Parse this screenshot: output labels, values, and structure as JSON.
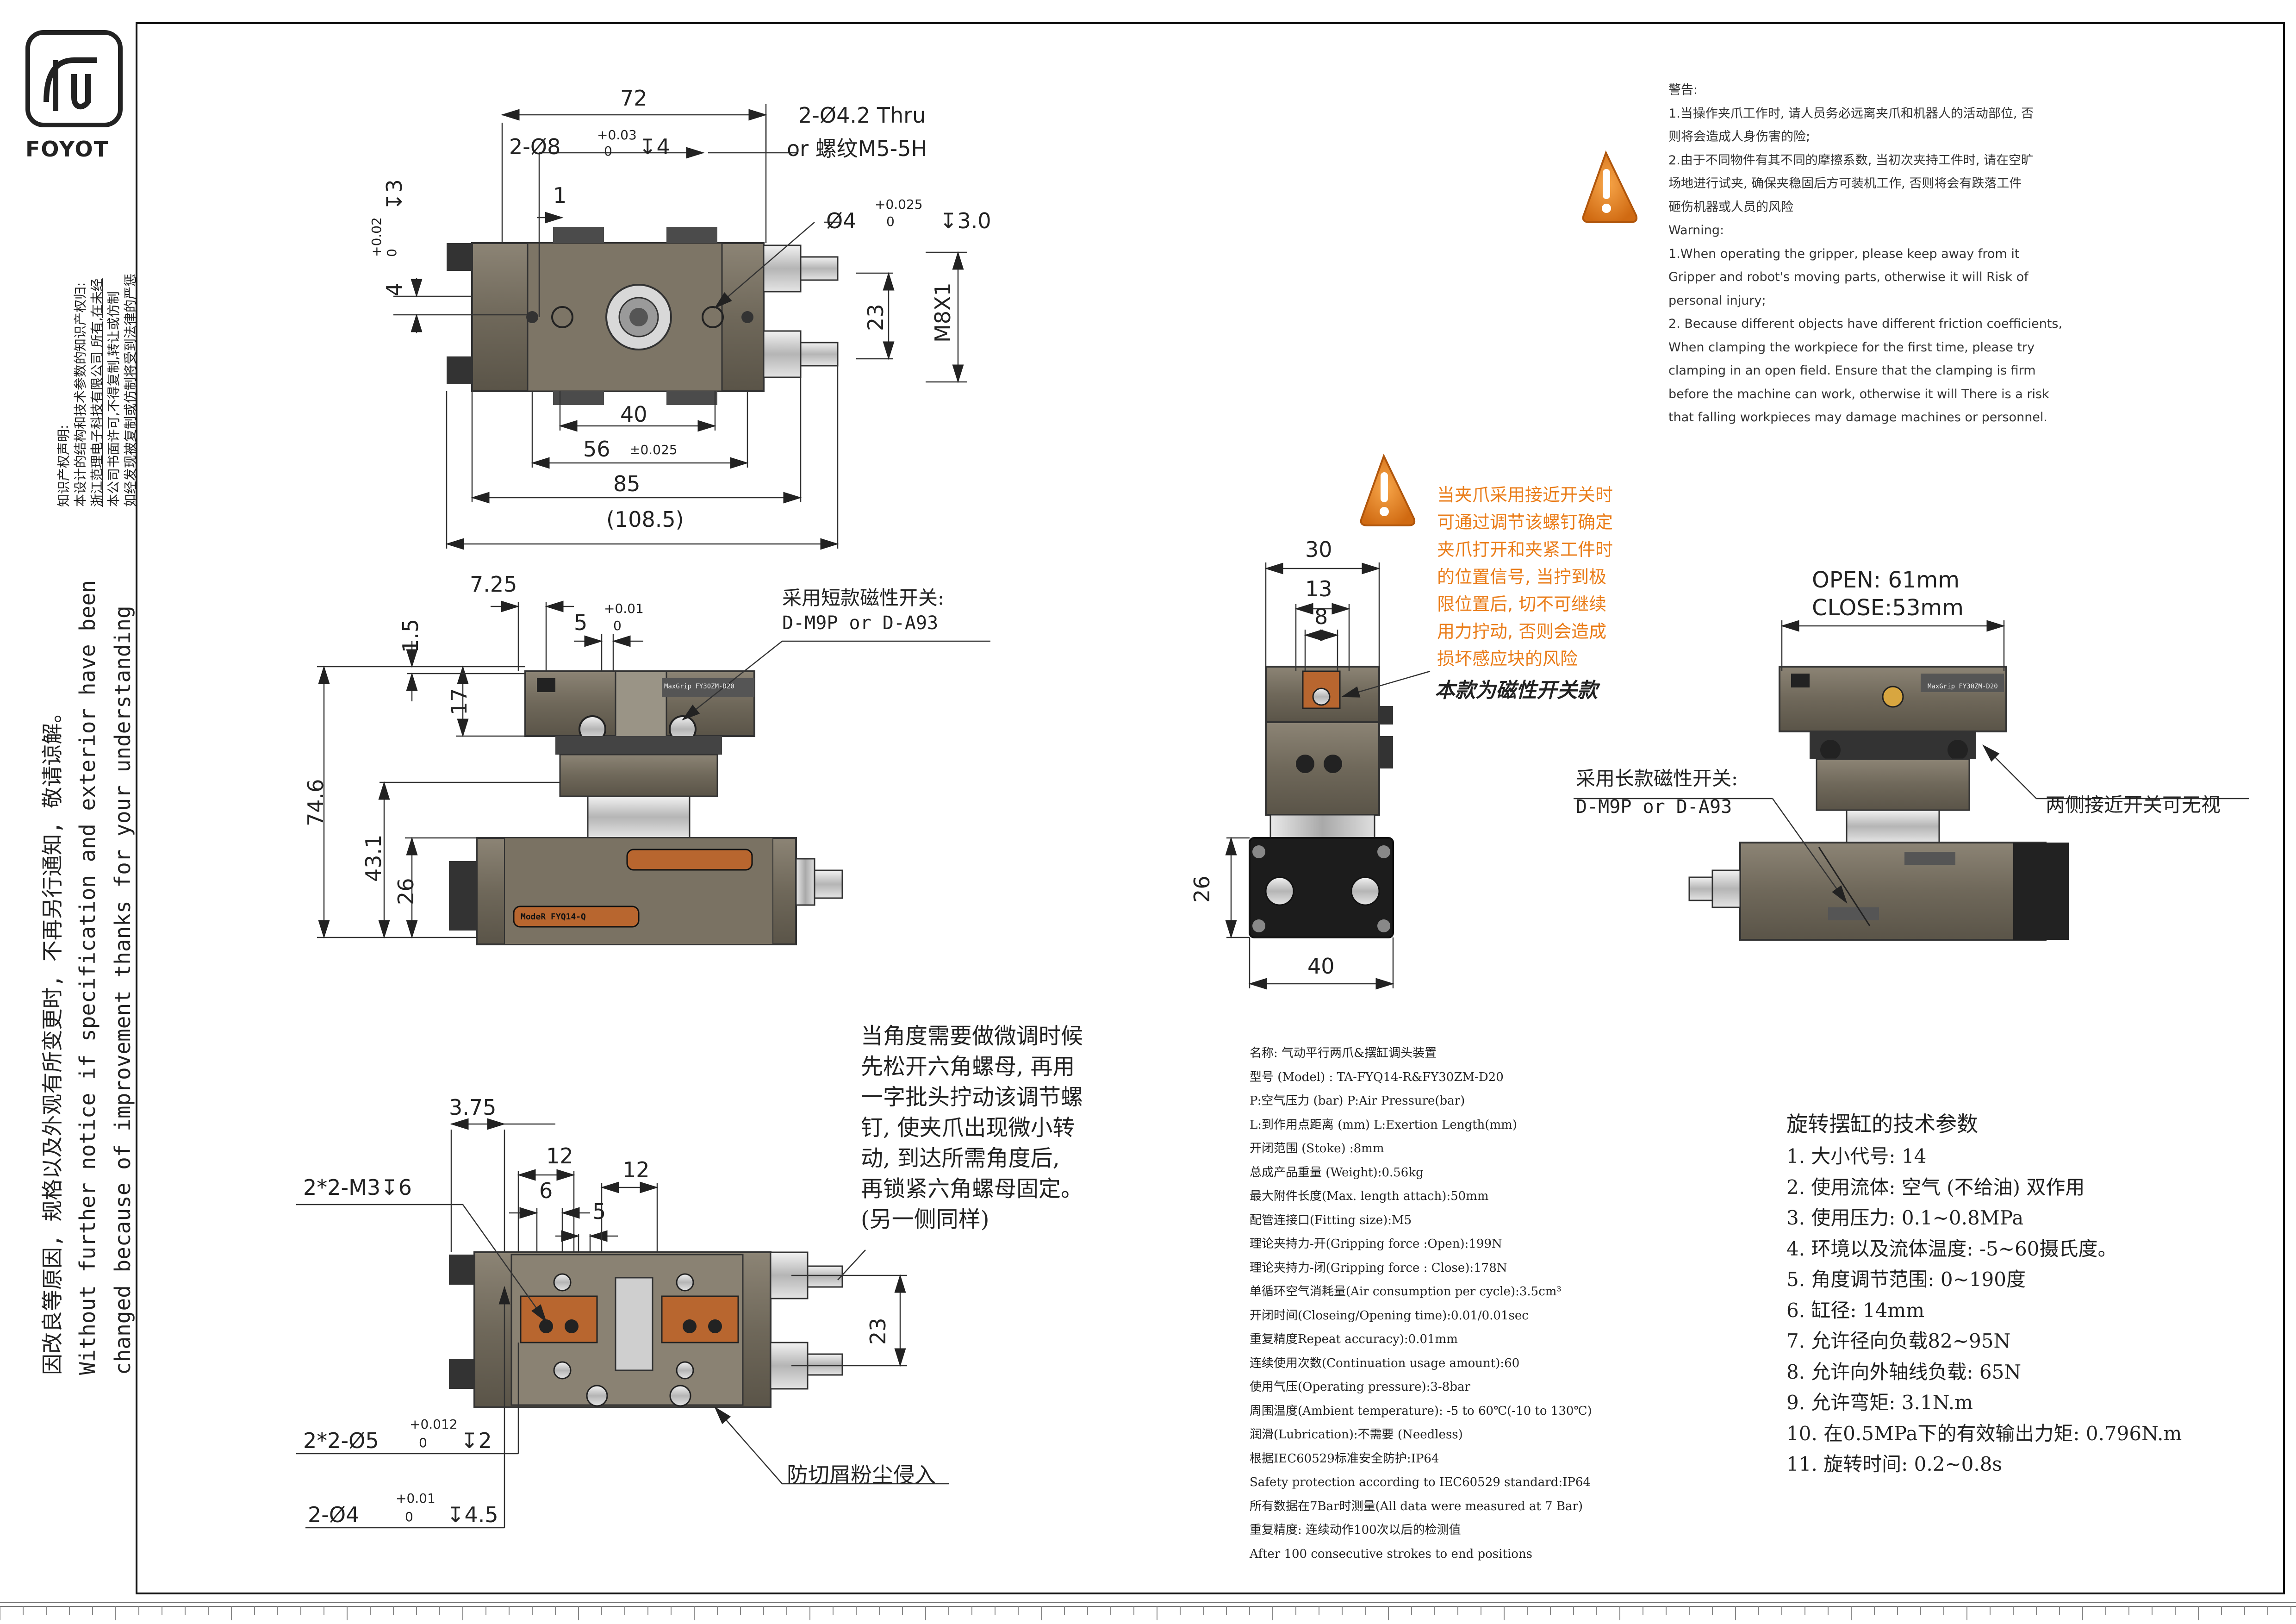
{
  "logo": {
    "brand": "FOYOT"
  },
  "copyright_notice": {
    "heading": "知识产权声明:",
    "lines": [
      "本设计的结构和技术参数的知识产权归:",
      "浙江范理电子科技有限公司 所有,在未经",
      "本公司书面许可,不得复制,转让或仿制",
      "如经发现被复制或仿制将受到法律的严惩"
    ]
  },
  "change_notice": {
    "zh": "因改良等原因, 规格以及外观有所变更时, 不再另行通知, 敬请谅解。",
    "en1": "Without further notice if specification and exterior have been",
    "en2": "changed because of improvement thanks for your understanding"
  },
  "warning": {
    "title_zh": "警告:",
    "lines_zh": [
      "1.当操作夹爪工作时, 请人员务必远离夹爪和机器人的活动部位, 否",
      "则将会造成人身伤害的险;",
      "2.由于不同物件有其不同的摩擦系数, 当初次夹持工件时, 请在空旷",
      "场地进行试夹, 确保夹稳固后方可装机工作, 否则将会有跌落工件",
      "砸伤机器或人员的风险"
    ],
    "title_en": "Warning:",
    "lines_en": [
      "1.When operating the gripper, please keep away from it",
      "Gripper and robot's moving parts, otherwise it will Risk of",
      "personal injury;",
      "2. Because different objects have different friction coefficients,",
      "When clamping the workpiece for the first time, please try",
      "clamping in an open field. Ensure that the clamping is firm",
      "before the machine can work, otherwise it will There is a risk",
      "that falling workpieces may damage machines or personnel."
    ]
  },
  "caution_note": {
    "lines": [
      "当夹爪采用接近开关时",
      "可通过调节该螺钉确定",
      "夹爪打开和夹紧工件时",
      "的位置信号, 当拧到极",
      "限位置后, 切不可继续",
      "用力拧动, 否则会造成",
      "损坏感应块的风险"
    ],
    "model_note": "本款为磁性开关款"
  },
  "labels": {
    "short_switch": "采用短款磁性开关:",
    "short_switch_models": "D-M9P or D-A93",
    "long_switch": "采用长款磁性开关:",
    "long_switch_models": "D-M9P or D-A93",
    "both_sides": "两侧接近开关可无视",
    "open": "OPEN: 61mm",
    "close": "CLOSE:53mm",
    "dust": "防切屑粉尘侵入",
    "adjust_lines": [
      "当角度需要做微调时候",
      "先松开六角螺母, 再用",
      "一字批头拧动该调节螺",
      "钉, 使夹爪出现微小转",
      "动, 到达所需角度后,",
      "再锁紧六角螺母固定。",
      "(另一侧同样)"
    ],
    "label_right": "MaxGrip FY30ZM-D20",
    "label_body": "MaxGrip FY30ZM-D20",
    "label_cyl": "ModeR FYQ14-Q"
  },
  "top_view": {
    "d72": "72",
    "hole2_a": "2-Ø8",
    "hole2_tol_up": "+0.03",
    "hole2_tol_lo": "0",
    "hole2_depth": "↧4",
    "thru_line1": "2-Ø4.2 Thru",
    "thru_line2": "or  螺纹M5-5H",
    "d1": "1",
    "pin": "Ø4",
    "pin_tol_up": "+0.025",
    "pin_tol_lo": "0",
    "pin_depth": "↧3.0",
    "v3": "↧3",
    "v3_tol_up": "+0.02",
    "v3_tol_lo": "0",
    "d4": "4",
    "d23": "23",
    "m8": "M8X1",
    "d40": "40",
    "d56": "56",
    "d56_tol": "±0.025",
    "d85": "85",
    "d108": "(108.5)"
  },
  "front_view": {
    "d725": "7.25",
    "d5": "5",
    "d5_tol_up": "+0.01",
    "d5_tol_lo": "0",
    "d15": "1.5",
    "d17": "17",
    "d746": "74.6",
    "d431": "43.1",
    "d26": "26"
  },
  "side_view": {
    "d30": "30",
    "d13": "13",
    "d8": "8",
    "d26": "26",
    "d40": "40"
  },
  "bottom_view": {
    "d375": "3.75",
    "m3": "2*2-M3↧6",
    "d12a": "12",
    "d6": "6",
    "d5": "5",
    "d12b": "12",
    "d23": "23",
    "d5hole": "2*2-Ø5",
    "d5hole_tol_up": "+0.012",
    "d5hole_tol_lo": "0",
    "d5hole_depth": "↧2",
    "d4hole": "2-Ø4",
    "d4hole_tol_up": "+0.01",
    "d4hole_tol_lo": "0",
    "d4hole_depth": "↧4.5"
  },
  "specs": [
    "名称: 气动平行两爪&摆缸调头装置",
    "型号 (Model) : TA-FYQ14-R&FY30ZM-D20",
    "P:空气压力 (bar) P:Air Pressure(bar)",
    "L:到作用点距离 (mm) L:Exertion Length(mm)",
    "开闭范围 (Stoke) :8mm",
    "总成产品重量 (Weight):0.56kg",
    "最大附件长度(Max. length attach):50mm",
    "配管连接口(Fitting size):M5",
    "理论夹持力-开(Gripping force :Open):199N",
    "理论夹持力-闭(Gripping force : Close):178N",
    "单循环空气消耗量(Air consumption per cycle):3.5cm³",
    "开闭时间(Closeing/Opening time):0.01/0.01sec",
    "重复精度Repeat accuracy):0.01mm",
    "连续使用次数(Continuation usage amount):60",
    "使用气压(Operating pressure):3-8bar",
    "周围温度(Ambient temperature): -5 to 60℃(-10 to 130℃)",
    "润滑(Lubrication):不需要 (Needless)",
    "根据IEC60529标准安全防护:IP64",
    "Safety protection according to IEC60529 standard:IP64",
    "所有数据在7Bar时测量(All data were measured at 7 Bar)",
    "重复精度: 连续动作100次以后的检测值",
    "After 100 consecutive strokes to end positions"
  ],
  "rotary": {
    "title": "旋转摆缸的技术参数",
    "items": [
      "1. 大小代号: 14",
      "2. 使用流体: 空气 (不给油) 双作用",
      "3. 使用压力: 0.1~0.8MPa",
      "4. 环境以及流体温度: -5~60摄氏度。",
      "5. 角度调节范围: 0~190度",
      "6. 缸径: 14mm",
      "7. 允许径向负载82~95N",
      "8. 允许向外轴线负载: 65N",
      "9. 允许弯矩: 3.1N.m",
      "10. 在0.5MPa下的有效输出力矩: 0.796N.m",
      "11. 旋转时间: 0.2~0.8s"
    ]
  },
  "colors": {
    "body": "#7a7263",
    "body_dark": "#5d574b",
    "metal": "#c9c9c9",
    "black": "#1c1c1c",
    "orange": "#ea7d1a",
    "copper": "#b8662f"
  }
}
